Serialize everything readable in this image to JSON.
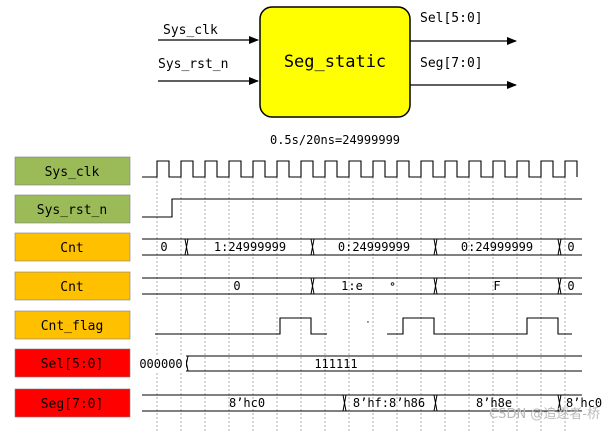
{
  "block": {
    "title": "Seg_static",
    "inputs": [
      "Sys_clk",
      "Sys_rst_n"
    ],
    "outputs": [
      "Sel[5:0]",
      "Seg[7:0]"
    ],
    "fill": "#ffff00"
  },
  "caption": "0.5s/20ns=24999999",
  "signals": [
    {
      "id": "sys_clk",
      "label": "Sys_clk",
      "color": "#9bbb59"
    },
    {
      "id": "sys_rst_n",
      "label": "Sys_rst_n",
      "color": "#9bbb59"
    },
    {
      "id": "cnt_a",
      "label": "Cnt",
      "color": "#ffc000",
      "values": [
        "0",
        "1:24999999",
        "0:24999999",
        "0:24999999",
        "0"
      ]
    },
    {
      "id": "cnt_b",
      "label": "Cnt",
      "color": "#ffc000",
      "values": [
        "0",
        "1:e",
        "F",
        "0"
      ]
    },
    {
      "id": "cnt_flag",
      "label": "Cnt_flag",
      "color": "#ffc000"
    },
    {
      "id": "sel",
      "label": "Sel[5:0]",
      "color": "#ff0000",
      "values": [
        "000000",
        "111111"
      ]
    },
    {
      "id": "seg",
      "label": "Seg[7:0]",
      "color": "#ff0000",
      "values": [
        "8’hc0",
        "8’hf:8’h86",
        "8’h8e",
        "8’hc0"
      ]
    }
  ],
  "watermark": "CSDN @追逐者-桥",
  "stray_marks": [
    "॰",
    "ॱ"
  ]
}
